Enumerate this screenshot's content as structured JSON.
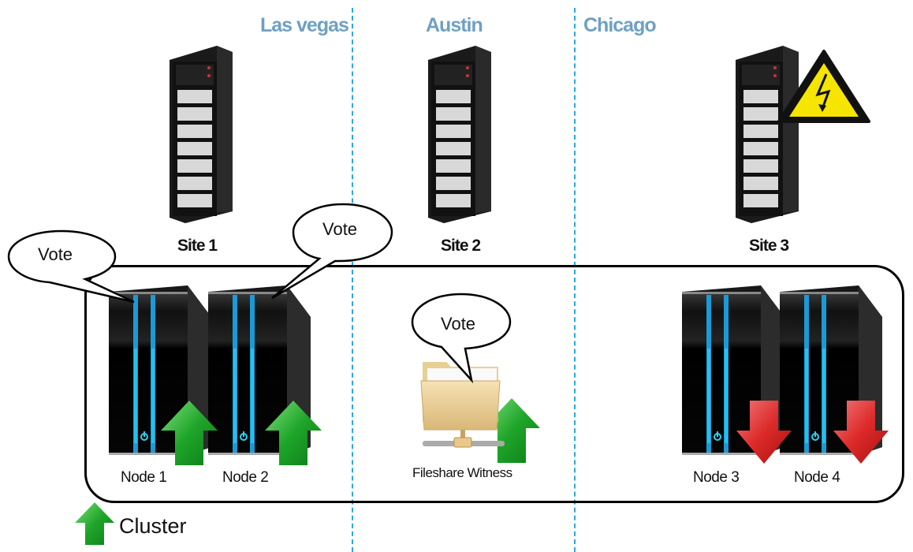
{
  "sites": [
    {
      "title": "Las vegas",
      "label": "Site 1",
      "status": "ok"
    },
    {
      "title": "Austin",
      "label": "Site 2",
      "status": "ok"
    },
    {
      "title": "Chicago",
      "label": "Site 3",
      "status": "power-failure"
    }
  ],
  "cluster": {
    "members": [
      {
        "label": "Node 1",
        "site": "Site 1",
        "vote": "Vote",
        "state": "up"
      },
      {
        "label": "Node 2",
        "site": "Site 1",
        "vote": "Vote",
        "state": "up"
      },
      {
        "label": "Fileshare Witness",
        "site": "Site 2",
        "vote": "Vote",
        "state": "up"
      },
      {
        "label": "Node 3",
        "site": "Site 3",
        "state": "down"
      },
      {
        "label": "Node 4",
        "site": "Site 3",
        "state": "down"
      }
    ]
  },
  "legend": {
    "label": "Cluster",
    "icon": "green-up-arrow-icon"
  },
  "colors": {
    "site_title": "#6fa0c2",
    "divider": "#2aa8e0",
    "up_arrow": "#2ca02c",
    "down_arrow": "#d62020",
    "warning": "#f5e500"
  }
}
